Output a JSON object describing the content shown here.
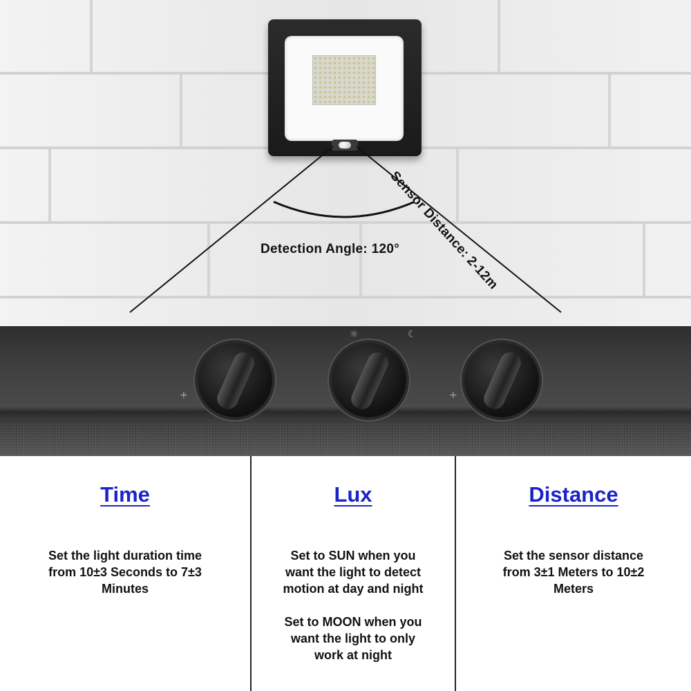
{
  "diagram": {
    "detection_angle_label": "Detection Angle: 120°",
    "sensor_distance_label": "Sensor Distance: 2-12m"
  },
  "columns": [
    {
      "title": "Time",
      "text": "Set the light duration time\nfrom 10±3 Seconds to 7±3\nMinutes"
    },
    {
      "title": "Lux",
      "text": "Set to SUN when you\nwant the light to detect\nmotion at day and night\n\nSet to MOON when you\nwant the light to only\nwork at night"
    },
    {
      "title": "Distance",
      "text": "Set the sensor distance\nfrom 3±1 Meters to 10±2\nMeters"
    }
  ],
  "colors": {
    "title_blue": "#1a24c8",
    "text": "#111111",
    "panel": "#3f3f3f"
  }
}
